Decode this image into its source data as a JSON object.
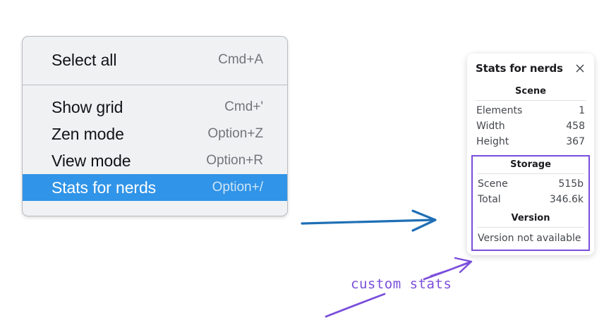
{
  "context_menu": {
    "groups": [
      {
        "items": [
          {
            "label": "Select all",
            "shortcut": "Cmd+A",
            "selected": false
          }
        ]
      },
      {
        "items": [
          {
            "label": "Show grid",
            "shortcut": "Cmd+'",
            "selected": false
          },
          {
            "label": "Zen mode",
            "shortcut": "Option+Z",
            "selected": false
          },
          {
            "label": "View mode",
            "shortcut": "Option+R",
            "selected": false
          },
          {
            "label": "Stats for nerds",
            "shortcut": "Option+/",
            "selected": true
          }
        ]
      }
    ],
    "highlight_color": "#3094e8"
  },
  "stats_panel": {
    "title": "Stats for nerds",
    "close_icon": "close-icon",
    "scene": {
      "heading": "Scene",
      "rows": [
        {
          "key": "Elements",
          "value": "1"
        },
        {
          "key": "Width",
          "value": "458"
        },
        {
          "key": "Height",
          "value": "367"
        }
      ]
    },
    "custom": {
      "border_color": "#7a4edb",
      "storage": {
        "heading": "Storage",
        "rows": [
          {
            "key": "Scene",
            "value": "515b"
          },
          {
            "key": "Total",
            "value": "346.6k"
          }
        ]
      },
      "version": {
        "heading": "Version",
        "text": "Version not available"
      }
    }
  },
  "annotations": {
    "blue_arrow_color": "#1f6fb5",
    "purple_color": "#7a4edb",
    "handwritten_note": "custom stats"
  }
}
